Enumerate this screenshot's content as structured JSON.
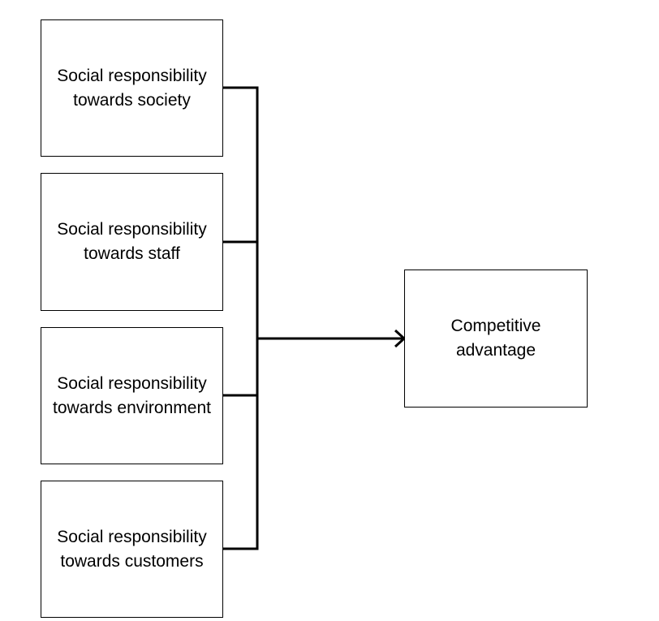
{
  "sources": [
    {
      "label": "Social responsibility towards society"
    },
    {
      "label": "Social responsibility towards staff"
    },
    {
      "label": "Social responsibility towards environment"
    },
    {
      "label": "Social responsibility towards customers"
    }
  ],
  "target": {
    "label": "Competitive advantage"
  },
  "colors": {
    "stroke": "#000000",
    "background": "#ffffff"
  }
}
